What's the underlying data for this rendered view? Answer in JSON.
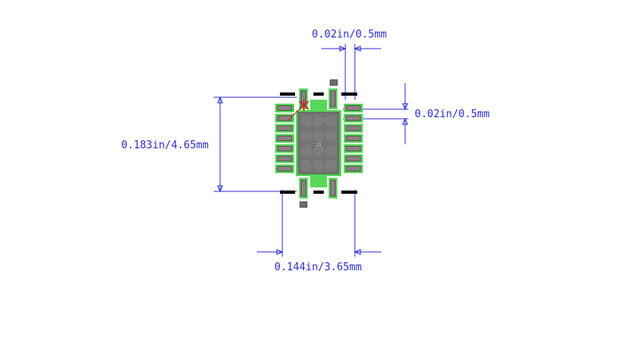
{
  "dimensions": {
    "pitch_top": "0.02in/0.5mm",
    "pitch_right": "0.02in/0.5mm",
    "height": "0.183in/4.65mm",
    "width": "0.144in/3.65mm"
  },
  "package": {
    "thermal_pad_label": "21",
    "pads_per_side": 7,
    "pads_top": 2,
    "pads_bottom": 2
  },
  "colors": {
    "dimension": "#3030d0",
    "silk_green": "#58d858",
    "pad_fill": "#8e7e84",
    "pad_body": "#6e6e6e",
    "pin1_marker": "#d02020",
    "outline": "#000000"
  }
}
